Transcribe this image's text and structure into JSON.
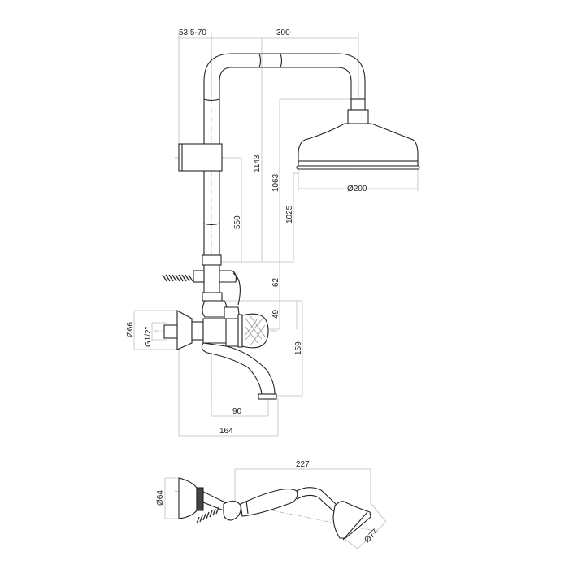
{
  "dimensions": {
    "wall_offset": "53,5-70",
    "arm_length": "300",
    "total_height": "1143",
    "head_height": "1063",
    "head_bottom_height": "1025",
    "slider_height": "550",
    "head_diameter": "Ø200",
    "diverter_offset": "62",
    "handle_offset": "49",
    "spout_drop": "159",
    "inlet_diameter": "Ø66",
    "thread": "G1/2\"",
    "spout_reach": "90",
    "total_depth": "164",
    "hand_shower_length": "227",
    "holder_diameter": "Ø64",
    "hand_shower_diameter": "Ø77"
  },
  "colors": {
    "line": "#222222",
    "dimension": "#bbbbbb"
  }
}
